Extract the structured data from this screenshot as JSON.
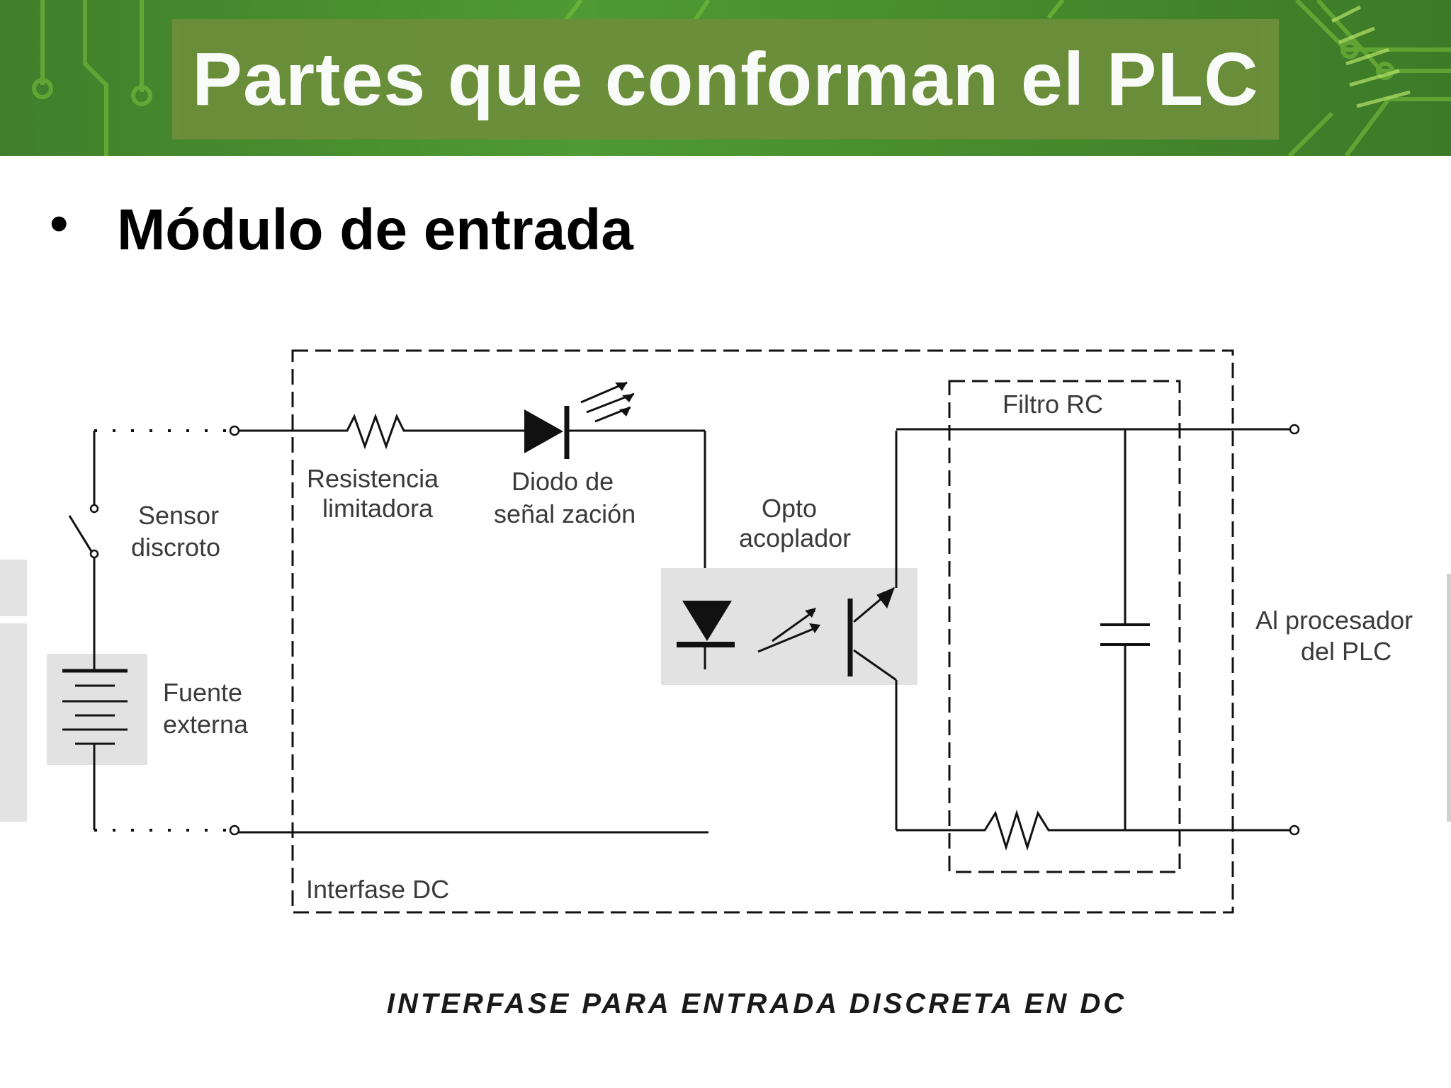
{
  "slide": {
    "title": "Partes que conforman el PLC",
    "bullet": "•",
    "subtitle": "Módulo de entrada"
  },
  "diagram": {
    "labels": {
      "sensor_line1": "Sensor",
      "sensor_line2": "discroto",
      "source_line1": "Fuente",
      "source_line2": "externa",
      "resistor_line1": "Resistencia",
      "resistor_line2": "limitadora",
      "diode_line1": "Diodo de",
      "diode_line2": "señal zación",
      "opto_line1": "Opto",
      "opto_line2": "acoplador",
      "filter": "Filtro RC",
      "processor_line1": "Al  procesador",
      "processor_line2": "del PLC",
      "interface": "Interfase  DC"
    },
    "caption": "INTERFASE PARA ENTRADA DISCRETA EN DC"
  },
  "colors": {
    "header_green": "#4f9a33",
    "title_box": "#6b8e3a",
    "title_text": "#ffffff",
    "wire": "#111111",
    "shade": "#e2e2e2"
  }
}
